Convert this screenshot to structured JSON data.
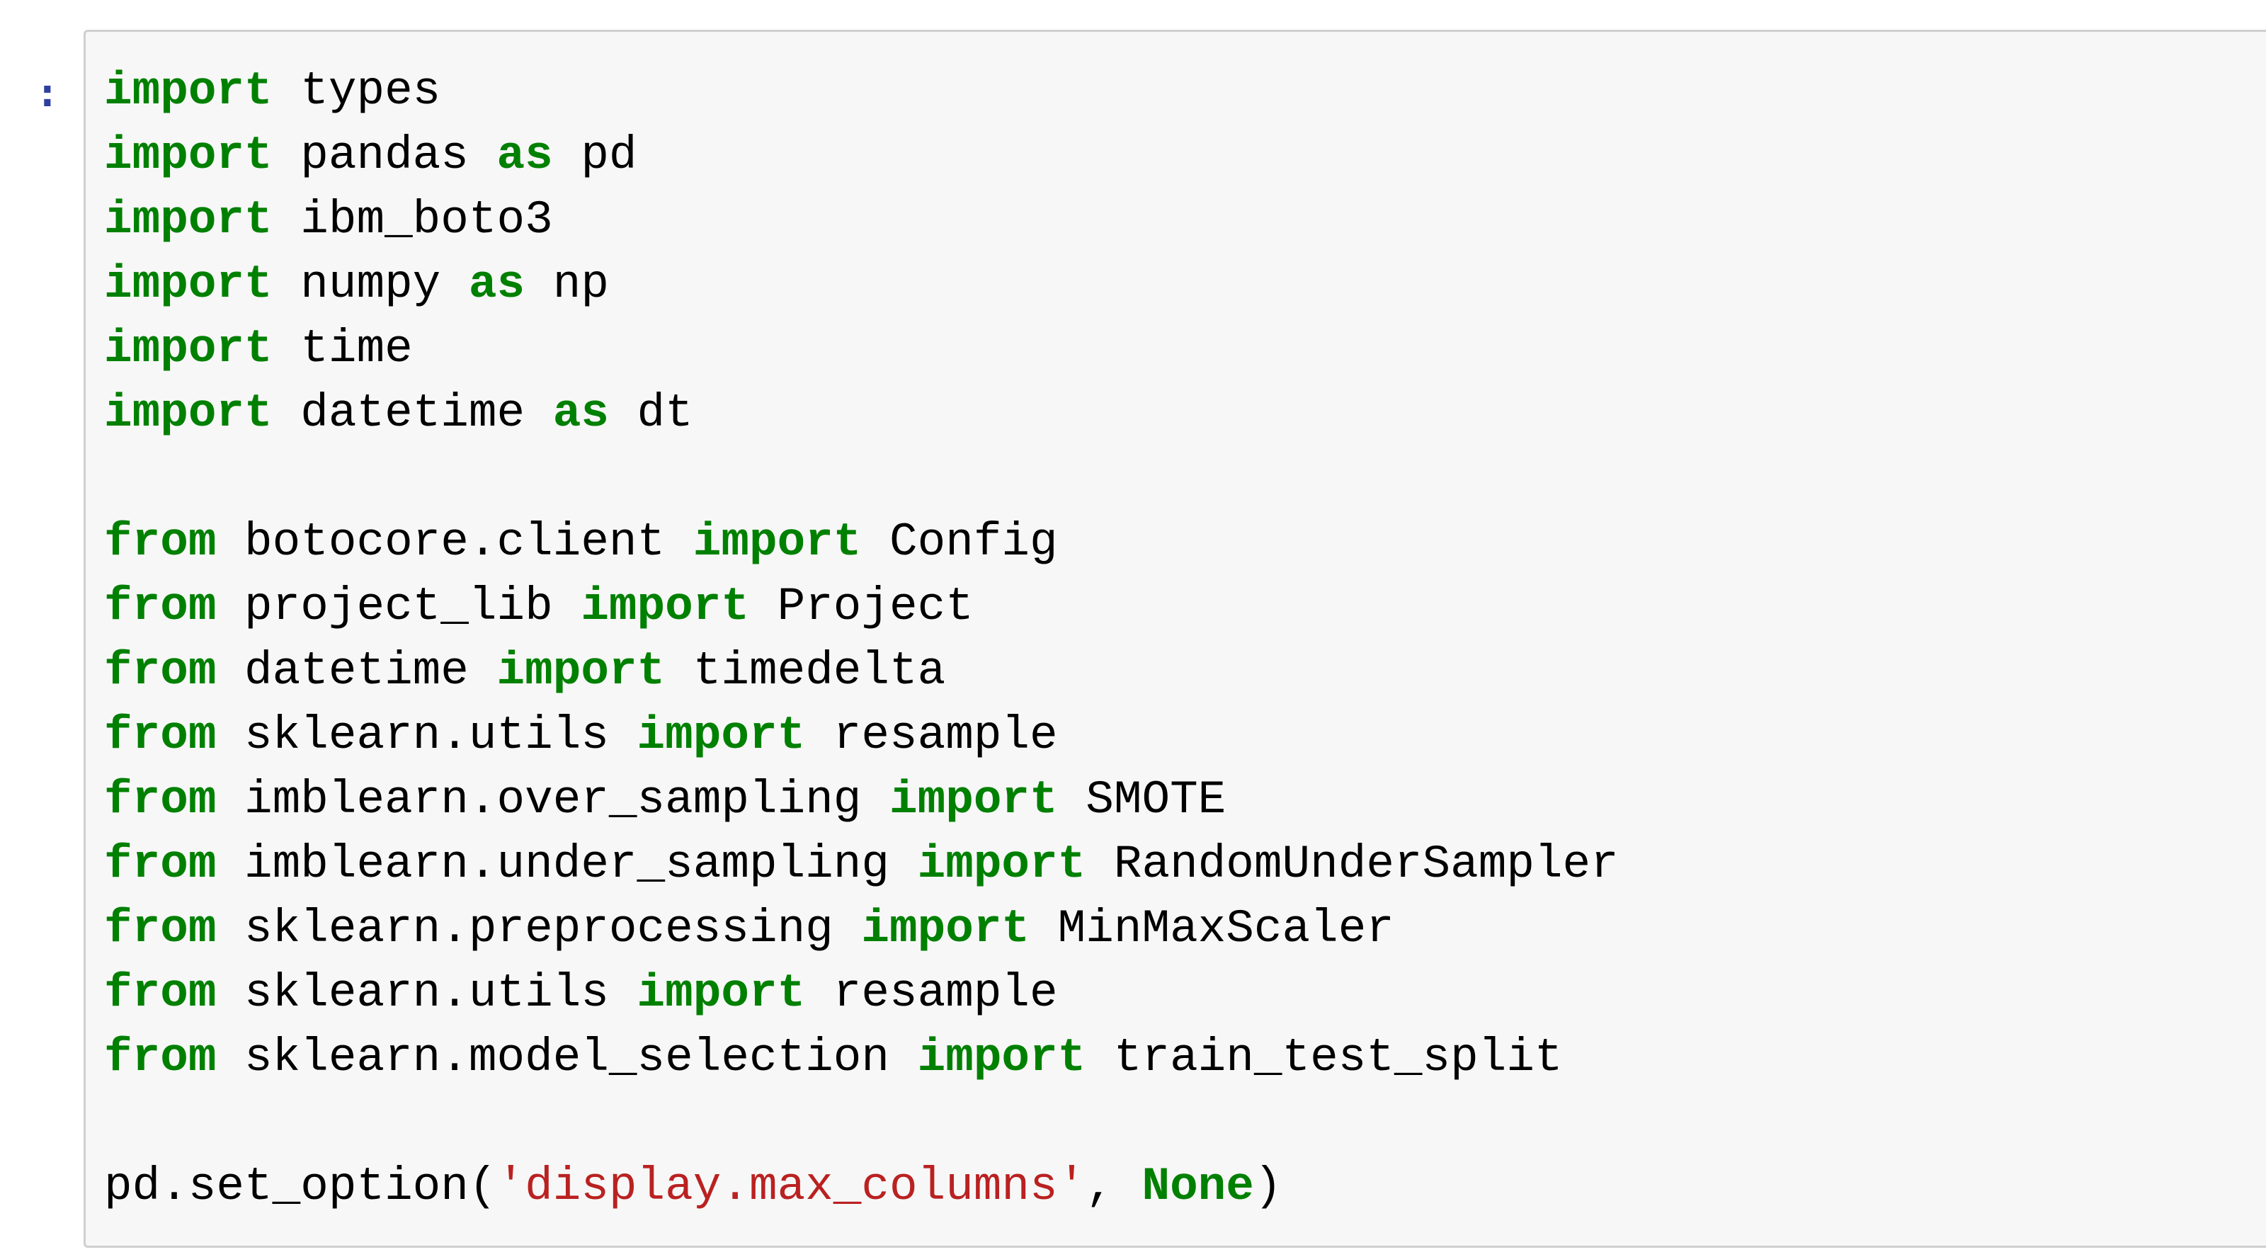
{
  "cell": {
    "prompt": ":",
    "lines": [
      {
        "tokens": [
          {
            "t": "import",
            "k": "kw"
          },
          {
            "t": " types",
            "k": "plain"
          }
        ]
      },
      {
        "tokens": [
          {
            "t": "import",
            "k": "kw"
          },
          {
            "t": " pandas ",
            "k": "plain"
          },
          {
            "t": "as",
            "k": "kw"
          },
          {
            "t": " pd",
            "k": "plain"
          }
        ]
      },
      {
        "tokens": [
          {
            "t": "import",
            "k": "kw"
          },
          {
            "t": " ibm_boto3",
            "k": "plain"
          }
        ]
      },
      {
        "tokens": [
          {
            "t": "import",
            "k": "kw"
          },
          {
            "t": " numpy ",
            "k": "plain"
          },
          {
            "t": "as",
            "k": "kw"
          },
          {
            "t": " np",
            "k": "plain"
          }
        ]
      },
      {
        "tokens": [
          {
            "t": "import",
            "k": "kw"
          },
          {
            "t": " time",
            "k": "plain"
          }
        ]
      },
      {
        "tokens": [
          {
            "t": "import",
            "k": "kw"
          },
          {
            "t": " datetime ",
            "k": "plain"
          },
          {
            "t": "as",
            "k": "kw"
          },
          {
            "t": " dt",
            "k": "plain"
          }
        ]
      },
      {
        "tokens": []
      },
      {
        "tokens": [
          {
            "t": "from",
            "k": "kw"
          },
          {
            "t": " botocore.client ",
            "k": "plain"
          },
          {
            "t": "import",
            "k": "kw"
          },
          {
            "t": " Config",
            "k": "plain"
          }
        ]
      },
      {
        "tokens": [
          {
            "t": "from",
            "k": "kw"
          },
          {
            "t": " project_lib ",
            "k": "plain"
          },
          {
            "t": "import",
            "k": "kw"
          },
          {
            "t": " Project",
            "k": "plain"
          }
        ]
      },
      {
        "tokens": [
          {
            "t": "from",
            "k": "kw"
          },
          {
            "t": " datetime ",
            "k": "plain"
          },
          {
            "t": "import",
            "k": "kw"
          },
          {
            "t": " timedelta",
            "k": "plain"
          }
        ]
      },
      {
        "tokens": [
          {
            "t": "from",
            "k": "kw"
          },
          {
            "t": " sklearn.utils ",
            "k": "plain"
          },
          {
            "t": "import",
            "k": "kw"
          },
          {
            "t": " resample",
            "k": "plain"
          }
        ]
      },
      {
        "tokens": [
          {
            "t": "from",
            "k": "kw"
          },
          {
            "t": " imblearn.over_sampling ",
            "k": "plain"
          },
          {
            "t": "import",
            "k": "kw"
          },
          {
            "t": " SMOTE",
            "k": "plain"
          }
        ]
      },
      {
        "tokens": [
          {
            "t": "from",
            "k": "kw"
          },
          {
            "t": " imblearn.under_sampling ",
            "k": "plain"
          },
          {
            "t": "import",
            "k": "kw"
          },
          {
            "t": " RandomUnderSampler",
            "k": "plain"
          }
        ]
      },
      {
        "tokens": [
          {
            "t": "from",
            "k": "kw"
          },
          {
            "t": " sklearn.preprocessing ",
            "k": "plain"
          },
          {
            "t": "import",
            "k": "kw"
          },
          {
            "t": " MinMaxScaler",
            "k": "plain"
          }
        ]
      },
      {
        "tokens": [
          {
            "t": "from",
            "k": "kw"
          },
          {
            "t": " sklearn.utils ",
            "k": "plain"
          },
          {
            "t": "import",
            "k": "kw"
          },
          {
            "t": " resample",
            "k": "plain"
          }
        ]
      },
      {
        "tokens": [
          {
            "t": "from",
            "k": "kw"
          },
          {
            "t": " sklearn.model_selection ",
            "k": "plain"
          },
          {
            "t": "import",
            "k": "kw"
          },
          {
            "t": " train_test_split",
            "k": "plain"
          }
        ]
      },
      {
        "tokens": []
      },
      {
        "tokens": [
          {
            "t": "pd.set_option(",
            "k": "plain"
          },
          {
            "t": "'display.max_columns'",
            "k": "str"
          },
          {
            "t": ", ",
            "k": "plain"
          },
          {
            "t": "None",
            "k": "kw"
          },
          {
            "t": ")",
            "k": "plain"
          }
        ]
      }
    ]
  },
  "colors": {
    "keyword": "#008000",
    "string": "#ba2121",
    "text": "#000000",
    "cell_background": "#f7f7f7",
    "cell_border": "#cfcfcf",
    "prompt": "#303f9f"
  }
}
